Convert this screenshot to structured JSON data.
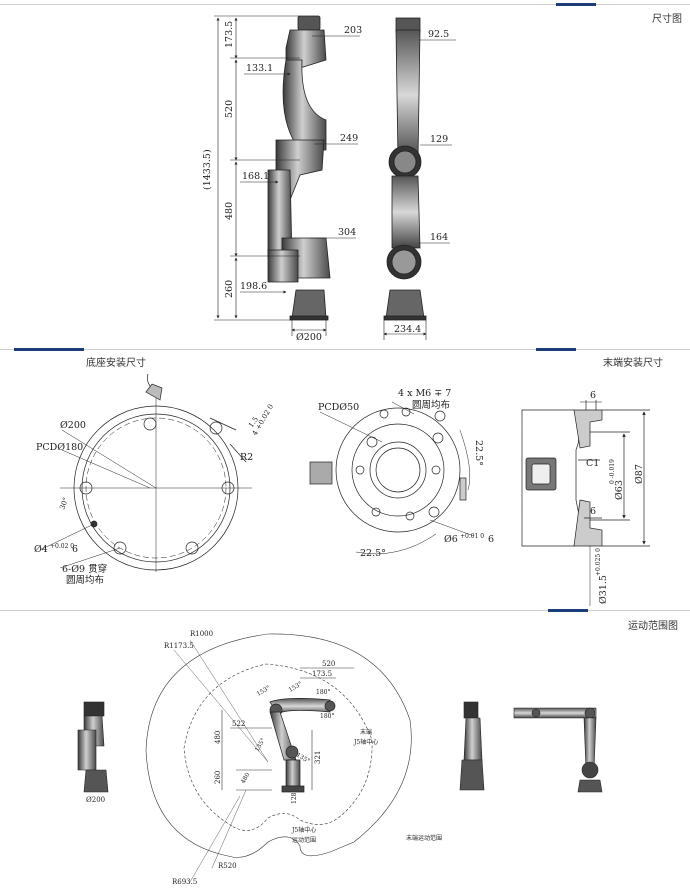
{
  "sections": {
    "dimensions": "尺寸图",
    "base_mounting": "底座安装尺寸",
    "flange_mounting": "末端安装尺寸",
    "workspace": "运动范围图"
  },
  "side_view": {
    "total_height": "(1433.5)",
    "heights": [
      "173.5",
      "520",
      "480",
      "260"
    ],
    "offsets": [
      "203",
      "133.1",
      "249",
      "168.1",
      "304",
      "198.6"
    ],
    "base_dia": "Ø200"
  },
  "front_view": {
    "widths": [
      "92.5",
      "129",
      "164",
      "234.4"
    ]
  },
  "base_plate": {
    "outer": "Ø200",
    "pcd": "PCDØ180",
    "r2": "R2",
    "depth": "1.5",
    "pin_hole": "Ø4",
    "pin_tol": "+0.02 0",
    "pin_depth": "6",
    "slot": "6-Ø9 贯穿",
    "slot_note": "圆周均布",
    "slot_tol": "4 +0.02 0",
    "angle": "30°"
  },
  "flange_front": {
    "pcd": "PCDØ50",
    "thread": "4 x M6 ∓ 7",
    "thread_note": "圆周均布",
    "angle1": "22.5°",
    "angle2": "22.5°",
    "pin": "Ø6",
    "pin_tol": "+0.01 0",
    "pin_depth": "6"
  },
  "flange_section": {
    "top": "6",
    "chamfer": "C1",
    "d63": "Ø63",
    "d63_tol": "0 -0.019",
    "d87": "Ø87",
    "bottom": "6",
    "d315": "Ø31.5",
    "d315_tol": "+0.025 0"
  },
  "workspace": {
    "r1000": "R1000",
    "r1173": "R1173.5",
    "r520": "R520",
    "r693": "R693.5",
    "a520": "520",
    "a1735": "173.5",
    "a522": "522",
    "a480": "480",
    "a260": "260",
    "a321": "321",
    "a128": "128",
    "ang_top1": "153°",
    "ang_top2": "153°",
    "ang_180a": "180°",
    "ang_180b": "180°",
    "ang_left": "135°",
    "ang_mid": "135°",
    "ang_low": "480",
    "note_end": "末端",
    "note_j5": "J5轴中心",
    "note_j5_range": "J5轴中心",
    "note_j5_range2": "运动范围",
    "note_end_range": "末端运动范围",
    "base_dia": "Ø200"
  }
}
